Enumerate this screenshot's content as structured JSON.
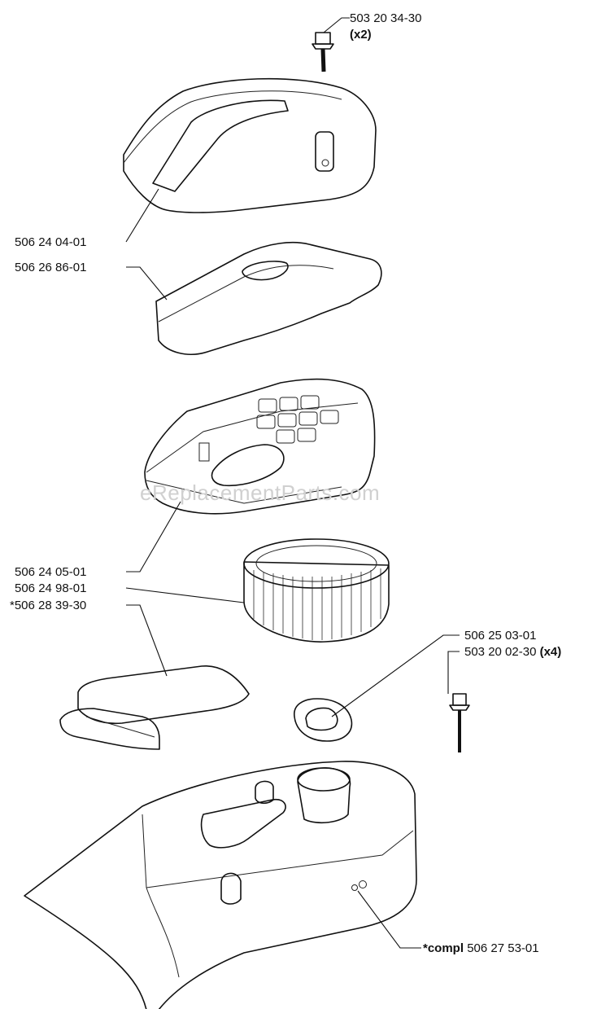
{
  "watermark": "eReplacementParts.com",
  "labels": {
    "screw_top": "503 20 34-30",
    "screw_top_qty": "(x2)",
    "cover": "506 24 04-01",
    "prefilter": "506 26 86-01",
    "filter_housing": "506 24 05-01",
    "filter_element": "506 24 98-01",
    "gasket": "*506 28 39-30",
    "bracket": "506 25 03-01",
    "screw_bracket": "503 20 02-30",
    "screw_bracket_qty": "(x4)",
    "base": "*compl 506 27 53-01"
  },
  "colors": {
    "line": "#111111",
    "fill_light": "#f2f2f2",
    "fill_mid": "#d9d9d9",
    "fill_dark": "#8a8a8a",
    "watermark": "#d0d0d0"
  }
}
